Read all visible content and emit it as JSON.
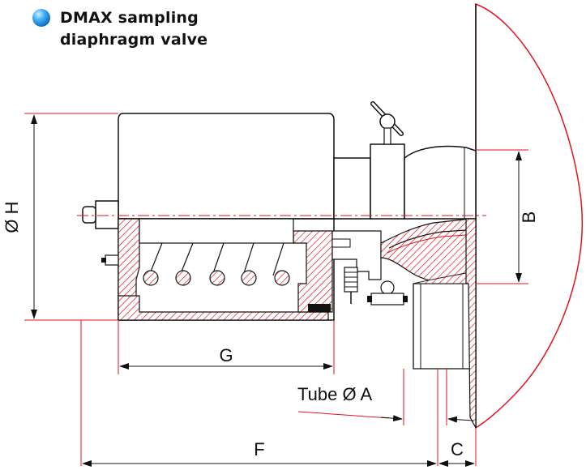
{
  "title": {
    "line1": "DMAX sampling",
    "line2": "diaphragm valve"
  },
  "dimensions": {
    "H": "Ø H",
    "B": "B",
    "G": "G",
    "A": "Tube Ø A",
    "F": "F",
    "C": "C"
  },
  "colors": {
    "dimension_line": "#e0141e",
    "outline": "#111111",
    "hatch": "#e0141e",
    "bullet": "#1d7fd8"
  }
}
